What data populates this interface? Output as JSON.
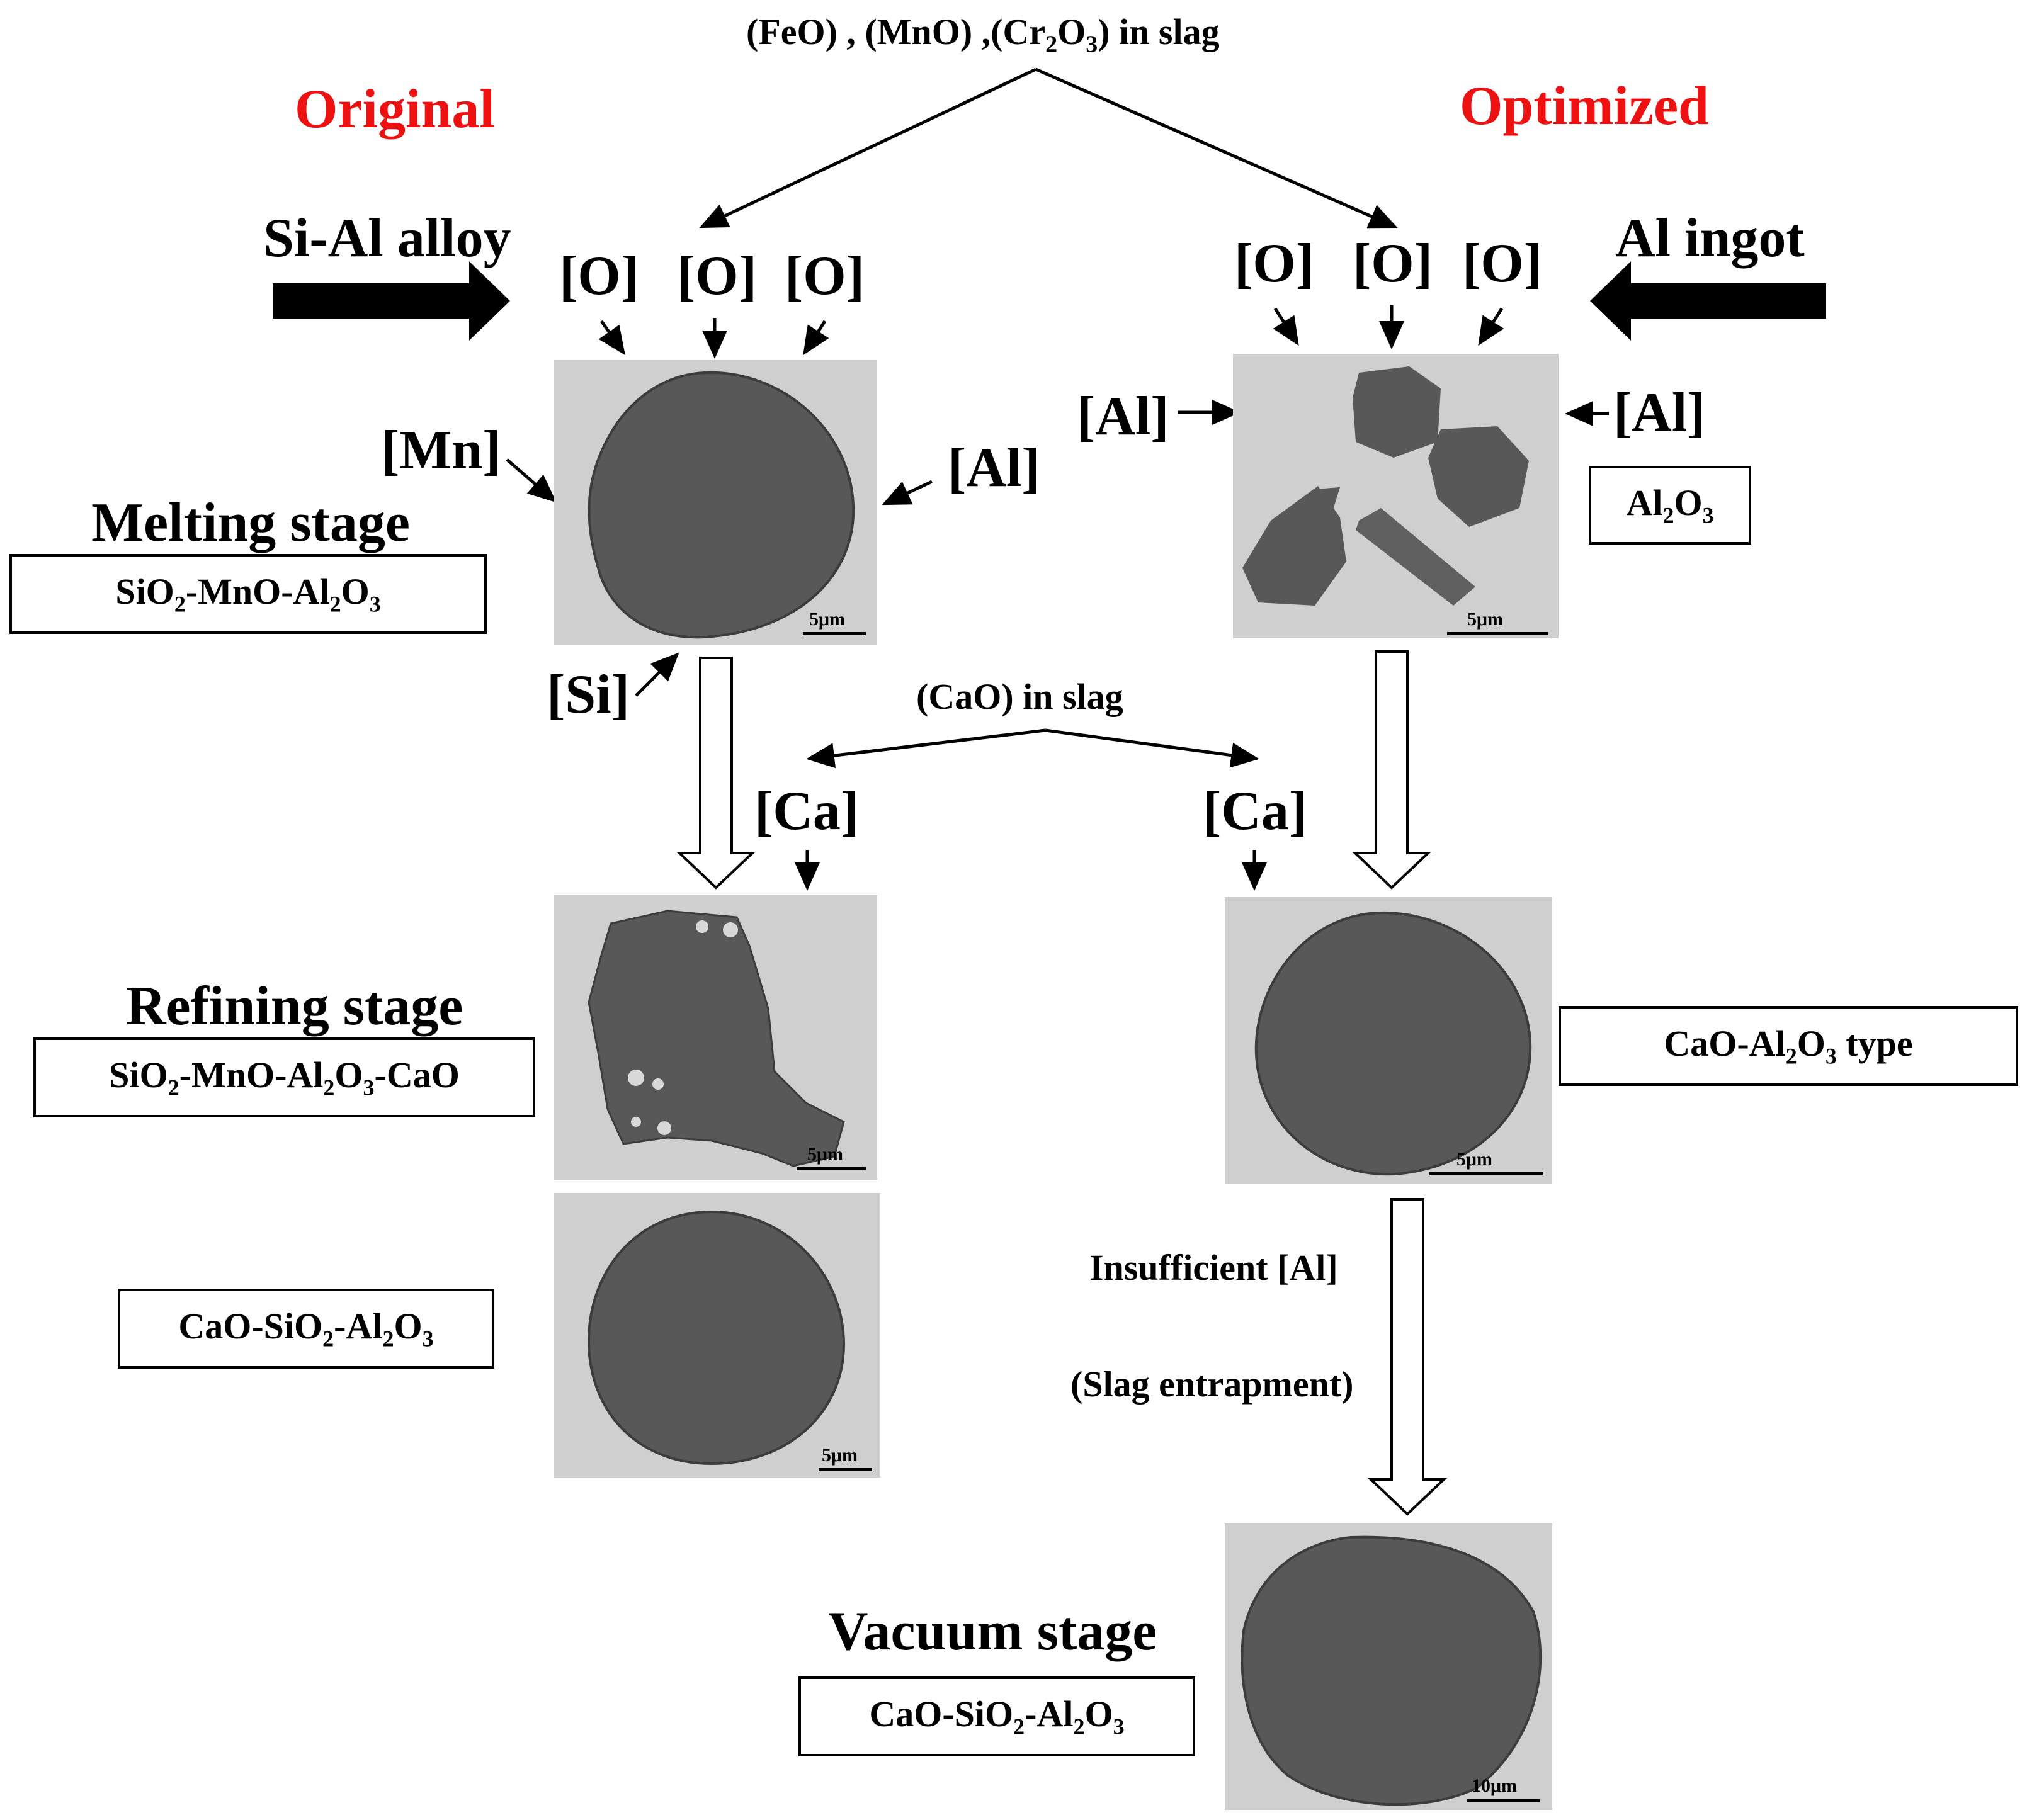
{
  "slag_top": "(FeO) , (MnO) ,(Cr2O3) in slag",
  "slag_top_parts": {
    "a": "(FeO) , (MnO) ,(Cr",
    "b": "2",
    "c": "O",
    "d": "3",
    "e": ") in slag"
  },
  "original_label": "Original",
  "optimized_label": "Optimized",
  "left_alloy": "Si-Al alloy",
  "right_alloy": "Al ingot",
  "oxygen": "[O]",
  "mn": "[Mn]",
  "al": "[Al]",
  "si": "[Si]",
  "ca": "[Ca]",
  "melting_stage": "Melting stage",
  "refining_stage": "Refining stage",
  "vacuum_stage": "Vacuum stage",
  "cao_slag": "(CaO) in slag",
  "insufficient": "Insufficient [Al]",
  "entrapment": "(Slag entrapment)",
  "boxes": {
    "melt_left": "SiO2-MnO-Al2O3",
    "melt_right": "Al2O3",
    "refine_left": "SiO2-MnO-Al2O3-CaO",
    "refine_right": "CaO-Al2O3 type",
    "refine_left2": "CaO-SiO2-Al2O3",
    "vacuum": "CaO-SiO2-Al2O3"
  },
  "scale_5": "5μm",
  "scale_10": "10μm",
  "colors": {
    "accent": "#ee1111",
    "micrograph_bg": "#cfcfcf",
    "inclusion": "#585858"
  }
}
